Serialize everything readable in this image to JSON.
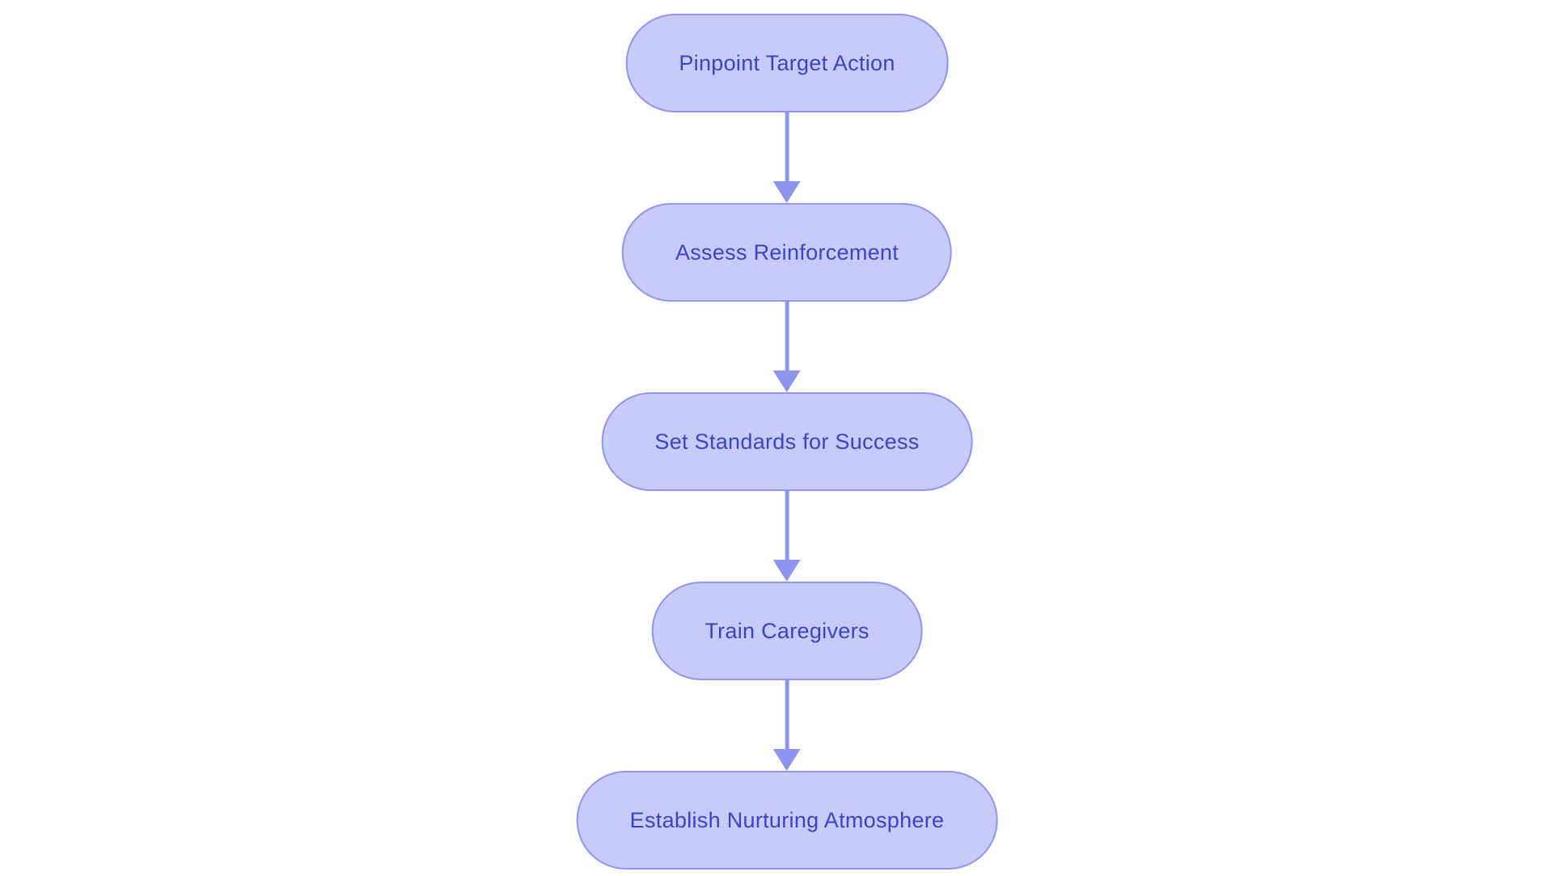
{
  "diagram": {
    "type": "flowchart",
    "direction": "top-down",
    "nodes": [
      {
        "id": "n1",
        "label": "Pinpoint Target Action"
      },
      {
        "id": "n2",
        "label": "Assess Reinforcement"
      },
      {
        "id": "n3",
        "label": "Set Standards for Success"
      },
      {
        "id": "n4",
        "label": "Train Caregivers"
      },
      {
        "id": "n5",
        "label": "Establish Nurturing Atmosphere"
      }
    ],
    "edges": [
      {
        "from": "n1",
        "to": "n2"
      },
      {
        "from": "n2",
        "to": "n3"
      },
      {
        "from": "n3",
        "to": "n4"
      },
      {
        "from": "n4",
        "to": "n5"
      }
    ],
    "colors": {
      "node_fill": "#c7cbf7",
      "node_border": "#8f95ef",
      "node_text": "#3d43c6",
      "arrow": "#8d95ee",
      "background": "#ffffff"
    }
  }
}
